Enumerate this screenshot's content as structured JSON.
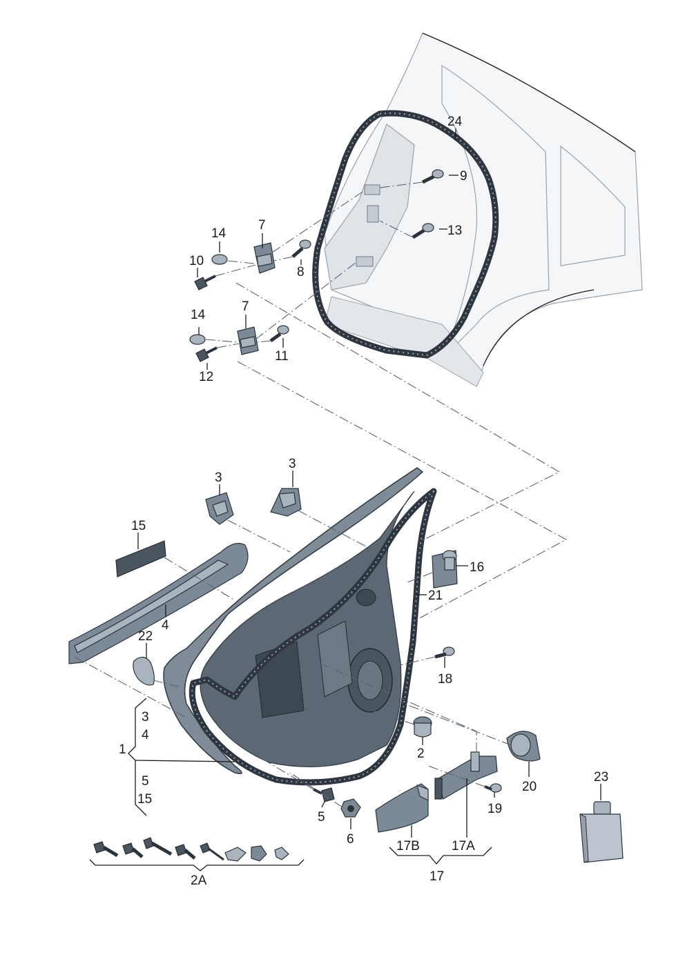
{
  "callouts": {
    "c1": "1",
    "c2": "2",
    "c2A": "2A",
    "c3_a": "3",
    "c3_b": "3",
    "c3_c": "3",
    "c4_a": "4",
    "c4_b": "4",
    "c5_a": "5",
    "c5_b": "5",
    "c6": "6",
    "c7_a": "7",
    "c7_b": "7",
    "c8": "8",
    "c9": "9",
    "c10": "10",
    "c11": "11",
    "c12": "12",
    "c13": "13",
    "c14_a": "14",
    "c14_b": "14",
    "c15_a": "15",
    "c15_b": "15",
    "c16": "16",
    "c17": "17",
    "c17A": "17A",
    "c17B": "17B",
    "c18": "18",
    "c19": "19",
    "c20": "20",
    "c21": "21",
    "c22": "22",
    "c23": "23",
    "c24": "24"
  },
  "colors": {
    "line": "#1a1a1a",
    "part_dark": "#4b5560",
    "part_mid": "#7c8996",
    "part_light": "#a9b4be",
    "body_panel": "#f4f6f8"
  }
}
